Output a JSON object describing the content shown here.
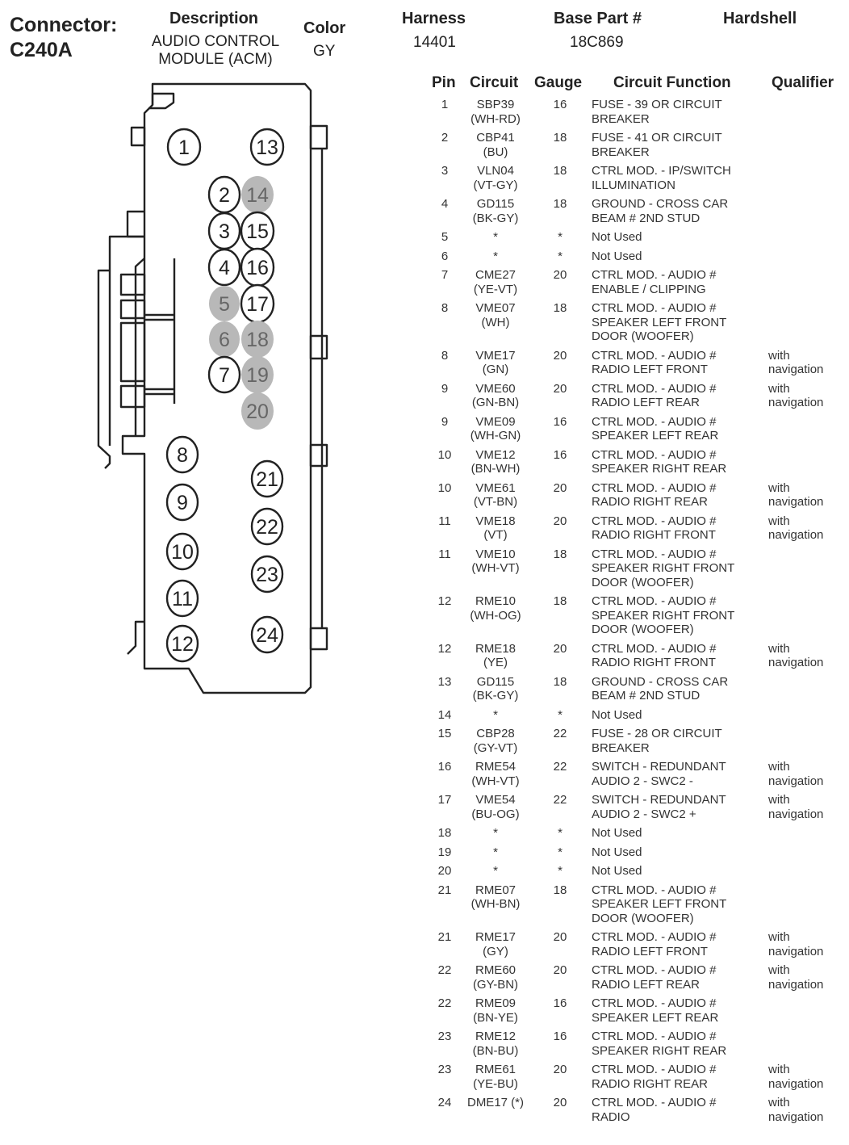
{
  "header": {
    "connector_label": "Connector:",
    "connector_id": "C240A",
    "description_label": "Description",
    "description_value_line1": "AUDIO CONTROL",
    "description_value_line2": "MODULE (ACM)",
    "color_label": "Color",
    "color_value": "GY",
    "harness_label": "Harness",
    "harness_value": "14401",
    "base_part_label": "Base Part #",
    "base_part_value": "18C869",
    "hardshell_label": "Hardshell"
  },
  "table": {
    "columns": {
      "pin": "Pin",
      "circuit": "Circuit",
      "gauge": "Gauge",
      "function": "Circuit Function",
      "qualifier": "Qualifier"
    },
    "rows": [
      {
        "pin": "1",
        "circuit": "SBP39",
        "color": "(WH-RD)",
        "gauge": "16",
        "func1": "FUSE - 39 OR CIRCUIT",
        "func2": "BREAKER",
        "func3": "",
        "qual1": "",
        "qual2": ""
      },
      {
        "pin": "2",
        "circuit": "CBP41",
        "color": "(BU)",
        "gauge": "18",
        "func1": "FUSE - 41 OR CIRCUIT",
        "func2": "BREAKER",
        "func3": "",
        "qual1": "",
        "qual2": ""
      },
      {
        "pin": "3",
        "circuit": "VLN04",
        "color": "(VT-GY)",
        "gauge": "18",
        "func1": "CTRL MOD. - IP/SWITCH",
        "func2": "ILLUMINATION",
        "func3": "",
        "qual1": "",
        "qual2": ""
      },
      {
        "pin": "4",
        "circuit": "GD115",
        "color": "(BK-GY)",
        "gauge": "18",
        "func1": "GROUND - CROSS CAR",
        "func2": "BEAM # 2ND STUD",
        "func3": "",
        "qual1": "",
        "qual2": ""
      },
      {
        "pin": "5",
        "circuit": "*",
        "color": "",
        "gauge": "*",
        "func1": "Not Used",
        "func2": "",
        "func3": "",
        "qual1": "",
        "qual2": ""
      },
      {
        "pin": "6",
        "circuit": "*",
        "color": "",
        "gauge": "*",
        "func1": "Not Used",
        "func2": "",
        "func3": "",
        "qual1": "",
        "qual2": ""
      },
      {
        "pin": "7",
        "circuit": "CME27",
        "color": "(YE-VT)",
        "gauge": "20",
        "func1": "CTRL MOD. - AUDIO #",
        "func2": "ENABLE / CLIPPING",
        "func3": "",
        "qual1": "",
        "qual2": ""
      },
      {
        "pin": "8",
        "circuit": "VME07",
        "color": "(WH)",
        "gauge": "18",
        "func1": "CTRL MOD. - AUDIO #",
        "func2": "SPEAKER LEFT FRONT",
        "func3": "DOOR (WOOFER)",
        "qual1": "",
        "qual2": ""
      },
      {
        "pin": "8",
        "circuit": "VME17",
        "color": "(GN)",
        "gauge": "20",
        "func1": "CTRL MOD. - AUDIO #",
        "func2": "RADIO LEFT FRONT",
        "func3": "",
        "qual1": "with",
        "qual2": "navigation"
      },
      {
        "pin": "9",
        "circuit": "VME60",
        "color": "(GN-BN)",
        "gauge": "20",
        "func1": "CTRL MOD. - AUDIO #",
        "func2": "RADIO LEFT REAR",
        "func3": "",
        "qual1": "with",
        "qual2": "navigation"
      },
      {
        "pin": "9",
        "circuit": "VME09",
        "color": "(WH-GN)",
        "gauge": "16",
        "func1": "CTRL MOD. - AUDIO #",
        "func2": "SPEAKER LEFT REAR",
        "func3": "",
        "qual1": "",
        "qual2": ""
      },
      {
        "pin": "10",
        "circuit": "VME12",
        "color": "(BN-WH)",
        "gauge": "16",
        "func1": "CTRL MOD. - AUDIO #",
        "func2": "SPEAKER RIGHT REAR",
        "func3": "",
        "qual1": "",
        "qual2": ""
      },
      {
        "pin": "10",
        "circuit": "VME61",
        "color": "(VT-BN)",
        "gauge": "20",
        "func1": "CTRL MOD. - AUDIO #",
        "func2": "RADIO RIGHT REAR",
        "func3": "",
        "qual1": "with",
        "qual2": "navigation"
      },
      {
        "pin": "11",
        "circuit": "VME18",
        "color": "(VT)",
        "gauge": "20",
        "func1": "CTRL MOD. - AUDIO #",
        "func2": "RADIO RIGHT FRONT",
        "func3": "",
        "qual1": "with",
        "qual2": "navigation"
      },
      {
        "pin": "11",
        "circuit": "VME10",
        "color": "(WH-VT)",
        "gauge": "18",
        "func1": "CTRL MOD. - AUDIO #",
        "func2": "SPEAKER RIGHT FRONT",
        "func3": "DOOR (WOOFER)",
        "qual1": "",
        "qual2": ""
      },
      {
        "pin": "12",
        "circuit": "RME10",
        "color": "(WH-OG)",
        "gauge": "18",
        "func1": "CTRL MOD. - AUDIO #",
        "func2": "SPEAKER RIGHT FRONT",
        "func3": "DOOR (WOOFER)",
        "qual1": "",
        "qual2": ""
      },
      {
        "pin": "12",
        "circuit": "RME18",
        "color": "(YE)",
        "gauge": "20",
        "func1": "CTRL MOD. - AUDIO #",
        "func2": "RADIO RIGHT FRONT",
        "func3": "",
        "qual1": "with",
        "qual2": "navigation"
      },
      {
        "pin": "13",
        "circuit": "GD115",
        "color": "(BK-GY)",
        "gauge": "18",
        "func1": "GROUND - CROSS CAR",
        "func2": "BEAM # 2ND STUD",
        "func3": "",
        "qual1": "",
        "qual2": ""
      },
      {
        "pin": "14",
        "circuit": "*",
        "color": "",
        "gauge": "*",
        "func1": "Not Used",
        "func2": "",
        "func3": "",
        "qual1": "",
        "qual2": ""
      },
      {
        "pin": "15",
        "circuit": "CBP28",
        "color": "(GY-VT)",
        "gauge": "22",
        "func1": "FUSE - 28 OR CIRCUIT",
        "func2": "BREAKER",
        "func3": "",
        "qual1": "",
        "qual2": ""
      },
      {
        "pin": "16",
        "circuit": "RME54",
        "color": "(WH-VT)",
        "gauge": "22",
        "func1": "SWITCH - REDUNDANT",
        "func2": "AUDIO 2 - SWC2 -",
        "func3": "",
        "qual1": "with",
        "qual2": "navigation"
      },
      {
        "pin": "17",
        "circuit": "VME54",
        "color": "(BU-OG)",
        "gauge": "22",
        "func1": "SWITCH - REDUNDANT",
        "func2": "AUDIO 2 - SWC2 +",
        "func3": "",
        "qual1": "with",
        "qual2": "navigation"
      },
      {
        "pin": "18",
        "circuit": "*",
        "color": "",
        "gauge": "*",
        "func1": "Not Used",
        "func2": "",
        "func3": "",
        "qual1": "",
        "qual2": ""
      },
      {
        "pin": "19",
        "circuit": "*",
        "color": "",
        "gauge": "*",
        "func1": "Not Used",
        "func2": "",
        "func3": "",
        "qual1": "",
        "qual2": ""
      },
      {
        "pin": "20",
        "circuit": "*",
        "color": "",
        "gauge": "*",
        "func1": "Not Used",
        "func2": "",
        "func3": "",
        "qual1": "",
        "qual2": ""
      },
      {
        "pin": "21",
        "circuit": "RME07",
        "color": "(WH-BN)",
        "gauge": "18",
        "func1": "CTRL MOD. - AUDIO #",
        "func2": "SPEAKER LEFT FRONT",
        "func3": "DOOR (WOOFER)",
        "qual1": "",
        "qual2": ""
      },
      {
        "pin": "21",
        "circuit": "RME17",
        "color": "(GY)",
        "gauge": "20",
        "func1": "CTRL MOD. - AUDIO #",
        "func2": "RADIO LEFT FRONT",
        "func3": "",
        "qual1": "with",
        "qual2": "navigation"
      },
      {
        "pin": "22",
        "circuit": "RME60",
        "color": "(GY-BN)",
        "gauge": "20",
        "func1": "CTRL MOD. - AUDIO #",
        "func2": "RADIO LEFT REAR",
        "func3": "",
        "qual1": "with",
        "qual2": "navigation"
      },
      {
        "pin": "22",
        "circuit": "RME09",
        "color": "(BN-YE)",
        "gauge": "16",
        "func1": "CTRL MOD. - AUDIO #",
        "func2": "SPEAKER LEFT REAR",
        "func3": "",
        "qual1": "",
        "qual2": ""
      },
      {
        "pin": "23",
        "circuit": "RME12",
        "color": "(BN-BU)",
        "gauge": "16",
        "func1": "CTRL MOD. - AUDIO #",
        "func2": "SPEAKER RIGHT REAR",
        "func3": "",
        "qual1": "",
        "qual2": ""
      },
      {
        "pin": "23",
        "circuit": "RME61",
        "color": "(YE-BU)",
        "gauge": "20",
        "func1": "CTRL MOD. - AUDIO #",
        "func2": "RADIO RIGHT REAR",
        "func3": "",
        "qual1": "with",
        "qual2": "navigation"
      },
      {
        "pin": "24",
        "circuit": "DME17 (*)",
        "color": "",
        "gauge": "20",
        "func1": "CTRL MOD. - AUDIO #",
        "func2": "RADIO",
        "func3": "",
        "qual1": "with",
        "qual2": "navigation"
      }
    ]
  },
  "diagram": {
    "pin_fill_unused": "#b8b8b8",
    "pins": [
      {
        "label": "1",
        "used": true
      },
      {
        "label": "13",
        "used": true
      },
      {
        "label": "2",
        "used": true
      },
      {
        "label": "14",
        "used": false
      },
      {
        "label": "3",
        "used": true
      },
      {
        "label": "15",
        "used": true
      },
      {
        "label": "4",
        "used": true
      },
      {
        "label": "16",
        "used": true
      },
      {
        "label": "5",
        "used": false
      },
      {
        "label": "17",
        "used": true
      },
      {
        "label": "6",
        "used": false
      },
      {
        "label": "18",
        "used": false
      },
      {
        "label": "7",
        "used": true
      },
      {
        "label": "19",
        "used": false
      },
      {
        "label": "20",
        "used": false
      },
      {
        "label": "8",
        "used": true
      },
      {
        "label": "21",
        "used": true
      },
      {
        "label": "9",
        "used": true
      },
      {
        "label": "22",
        "used": true
      },
      {
        "label": "10",
        "used": true
      },
      {
        "label": "23",
        "used": true
      },
      {
        "label": "11",
        "used": true
      },
      {
        "label": "12",
        "used": true
      },
      {
        "label": "24",
        "used": true
      }
    ]
  }
}
